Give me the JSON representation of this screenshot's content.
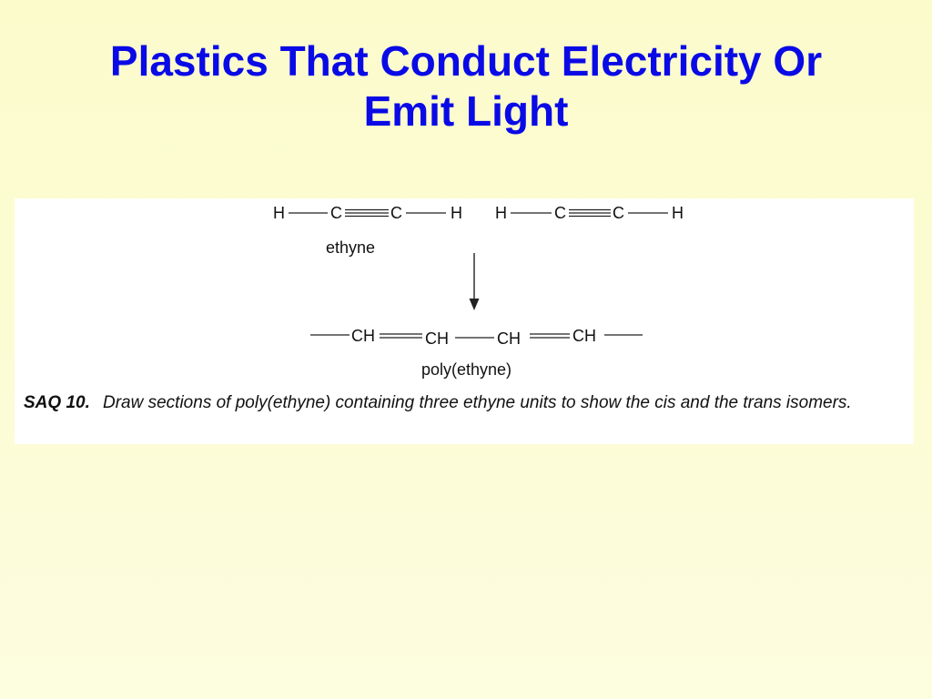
{
  "slide": {
    "title_line1": "Plastics That Conduct Electricity Or",
    "title_line2": "Emit Light"
  },
  "reaction": {
    "monomer_atoms": [
      "H",
      "C",
      "C",
      "H"
    ],
    "monomer_label": "ethyne",
    "polymer_units": [
      "CH",
      "CH",
      "CH",
      "CH"
    ],
    "polymer_label": "poly(ethyne)"
  },
  "question": {
    "label": "SAQ 10.",
    "text": "Draw sections of poly(ethyne) containing three ethyne units to show the cis and the trans isomers."
  }
}
